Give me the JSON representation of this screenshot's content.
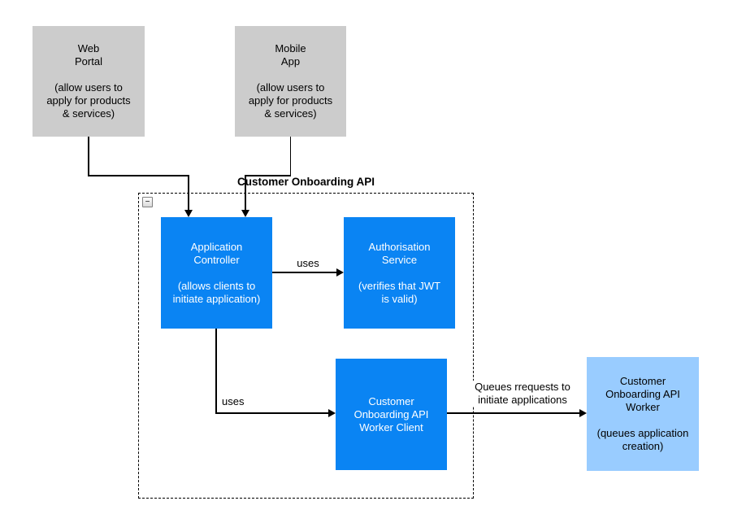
{
  "colors": {
    "node_blue": "#0a84f3",
    "node_light_blue": "#99ccff",
    "node_gray": "#cccccc",
    "edge": "#000000",
    "background": "#ffffff"
  },
  "container": {
    "title": "Customer Onboarding API",
    "collapse_icon_glyph": "−"
  },
  "nodes": {
    "web_portal": {
      "label": "Web\nPortal\n\n(allow users to\napply for products\n& services)"
    },
    "mobile_app": {
      "label": "Mobile\nApp\n\n(allow users to\napply for products\n& services)"
    },
    "application_controller": {
      "label": "Application\nController\n\n(allows clients to\ninitiate application)"
    },
    "authorisation_service": {
      "label": "Authorisation\nService\n\n(verifies that JWT\nis valid)"
    },
    "worker_client": {
      "label": "Customer\nOnboarding API\nWorker Client"
    },
    "worker": {
      "label": "Customer\nOnboarding API\nWorker\n\n(queues application\ncreation)"
    }
  },
  "edges": {
    "controller_to_auth": {
      "label": "uses"
    },
    "controller_to_worker_client": {
      "label": "uses"
    },
    "worker_client_to_worker": {
      "label": "Queues rrequests to\ninitiate applications"
    }
  }
}
